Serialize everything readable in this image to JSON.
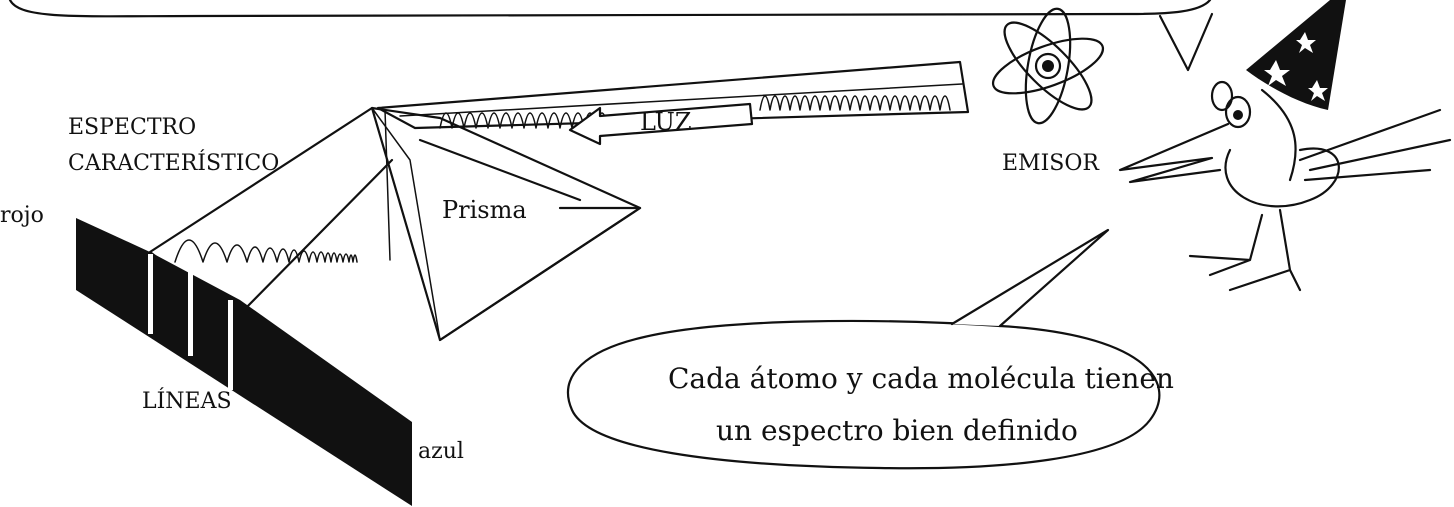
{
  "labels": {
    "spectrum_title_line1": "ESPECTRO",
    "spectrum_title_line2": "CARACTERÍSTICO",
    "red_end": "rojo",
    "blue_end": "azul",
    "lines": "LÍNEAS",
    "prism": "Prisma",
    "light": "LUZ",
    "emitter": "EMISOR"
  },
  "speech_bubble": {
    "line1": "Cada átomo y cada molécula tienen",
    "line2": "un espectro bien definido"
  },
  "colors": {
    "ink": "#111111",
    "paper": "#ffffff"
  }
}
